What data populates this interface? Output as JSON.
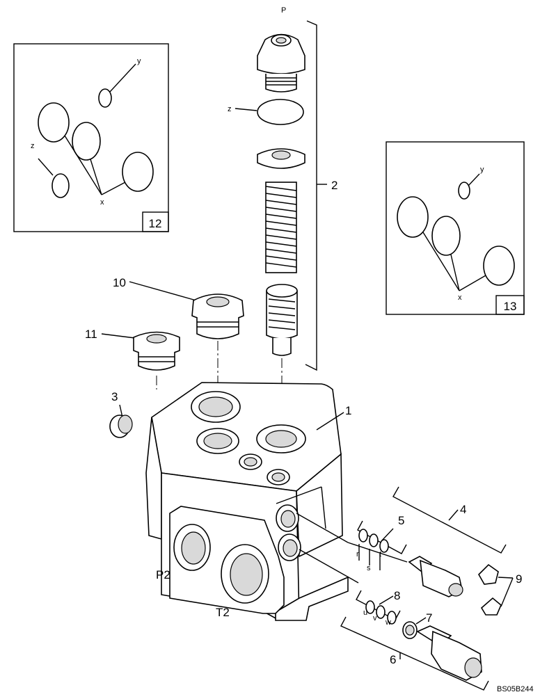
{
  "callouts": {
    "c1": "1",
    "c2": "2",
    "c3": "3",
    "c4": "4",
    "c5": "5",
    "c6": "6",
    "c7": "7",
    "c8": "8",
    "c9": "9",
    "c10": "10",
    "c11": "11"
  },
  "insets": {
    "left_ref": "12",
    "right_ref": "13",
    "letter_x": "x",
    "letter_y": "y",
    "letter_z": "z"
  },
  "small_letters": {
    "p": "P",
    "z": "z",
    "r": "r",
    "s": "s",
    "t": "t",
    "u": "u",
    "v": "v",
    "w": "w"
  },
  "ports": {
    "p2": "P2",
    "t2": "T2"
  },
  "figure_code": "BS05B244"
}
